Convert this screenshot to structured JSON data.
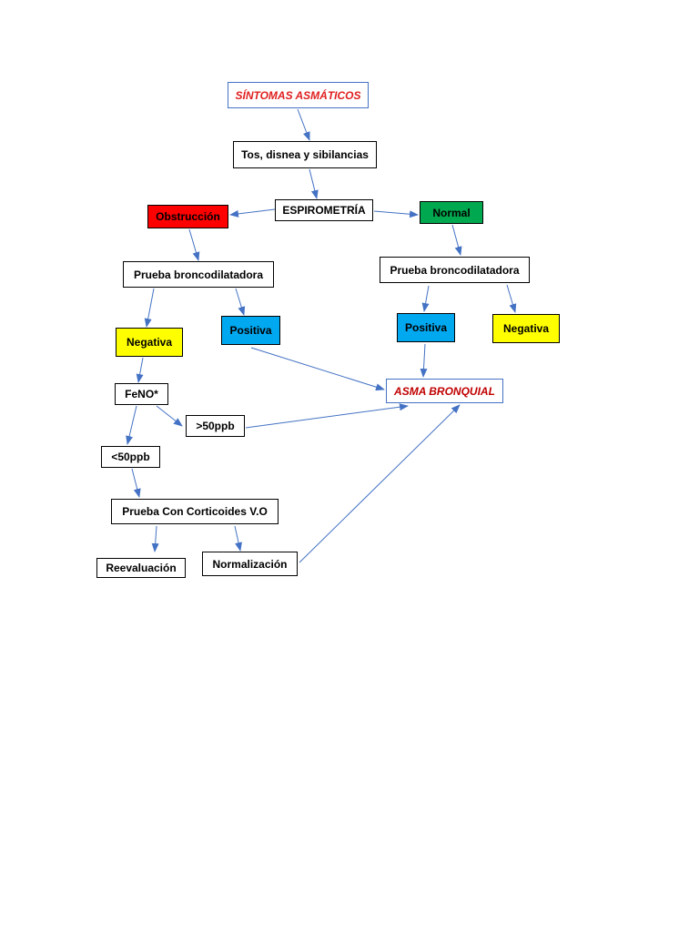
{
  "nodes": {
    "sintomas": "SÍNTOMAS ASMÁTICOS",
    "tos": "Tos, disnea y sibilancias",
    "espirometria": "ESPIROMETRÍA",
    "obstruccion": "Obstrucción",
    "normal": "Normal",
    "prueba_broncodilatadora_left": "Prueba broncodilatadora",
    "prueba_broncodilatadora_right": "Prueba broncodilatadora",
    "negativa_left": "Negativa",
    "positiva_left": "Positiva",
    "positiva_right": "Positiva",
    "negativa_right": "Negativa",
    "asma_bronquial": "ASMA BRONQUIAL",
    "feno": "FeNO*",
    "gt50ppb": ">50ppb",
    "lt50ppb": "<50ppb",
    "prueba_corticoides": "Prueba Con Corticoides V.O",
    "reevaluacion": "Reevaluación",
    "normalizacion": "Normalización"
  },
  "colors": {
    "arrow": "#4472c4",
    "title_text": "#e02020",
    "asma_text": "#c00000",
    "obstruccion_fill": "#ff0000",
    "normal_fill": "#00a84f",
    "positiva_fill": "#00a8f0",
    "negativa_fill": "#ffff00"
  }
}
